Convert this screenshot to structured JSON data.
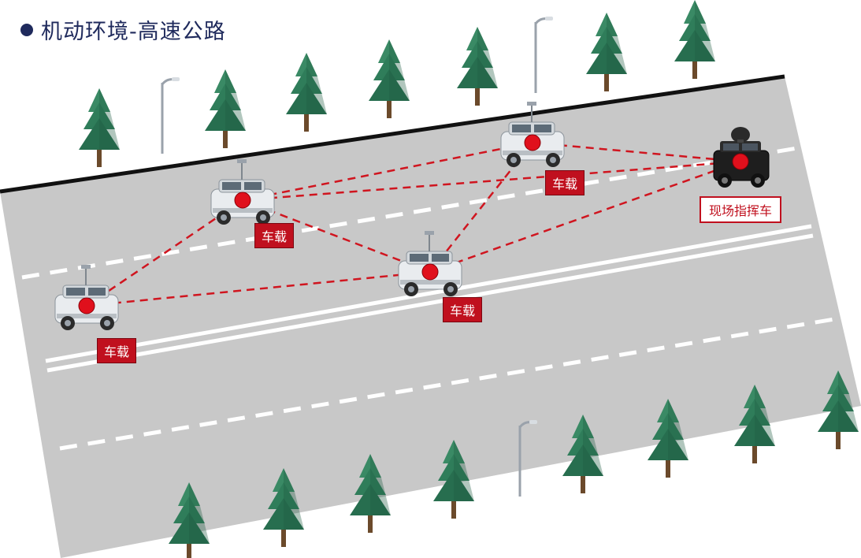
{
  "title": {
    "text": "机动环境-高速公路"
  },
  "colors": {
    "title": "#1f2a5c",
    "link": "#d0151f",
    "label_bg": "#c0101e",
    "road": "#c8c8c8",
    "tree": "#2f7d5a"
  },
  "nodes": [
    {
      "id": "v1",
      "label": "车载",
      "type": "vehicle"
    },
    {
      "id": "v2",
      "label": "车载",
      "type": "vehicle"
    },
    {
      "id": "v3",
      "label": "车载",
      "type": "vehicle"
    },
    {
      "id": "v4",
      "label": "车载",
      "type": "vehicle"
    },
    {
      "id": "cmd",
      "label": "现场指挥车",
      "type": "command-vehicle"
    }
  ],
  "links": [
    [
      "v1",
      "v2"
    ],
    [
      "v1",
      "v3"
    ],
    [
      "v2",
      "v3"
    ],
    [
      "v2",
      "v4"
    ],
    [
      "v3",
      "v4"
    ],
    [
      "v3",
      "cmd"
    ],
    [
      "v4",
      "cmd"
    ],
    [
      "v2",
      "cmd"
    ]
  ]
}
